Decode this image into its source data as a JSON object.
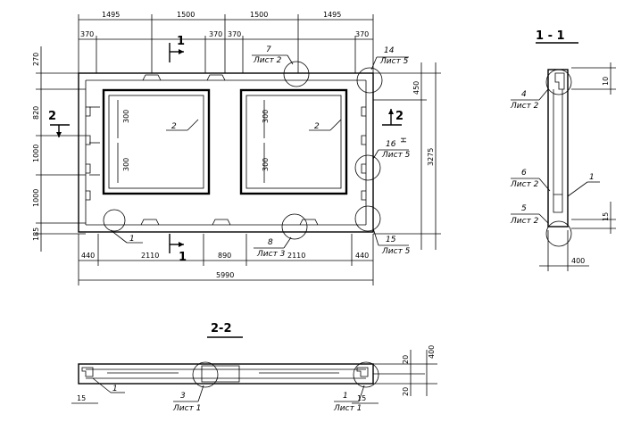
{
  "plan": {
    "top_dims": [
      "1495",
      "1500",
      "1500",
      "1495"
    ],
    "top_sub_dims": [
      "370",
      "370",
      "370",
      "370"
    ],
    "left_dims": [
      "270",
      "820",
      "1000",
      "1000",
      "185"
    ],
    "right_dims": [
      "450"
    ],
    "right_total": "3275",
    "bottom_dims": [
      "440",
      "2110",
      "890",
      "2110",
      "440"
    ],
    "bottom_total": "5990",
    "window_dims": [
      "300",
      "300",
      "300",
      "300"
    ],
    "cut_marks": [
      "1",
      "1",
      "2",
      "2"
    ],
    "right_letter": "H",
    "leaders": [
      "2",
      "2",
      "1",
      "8"
    ],
    "callouts": [
      {
        "num": "7",
        "sheet": "Лист 2"
      },
      {
        "num": "14",
        "sheet": "Лист 5"
      },
      {
        "num": "16",
        "sheet": "Лист 5"
      },
      {
        "num": "8",
        "sheet": "Лист 3"
      },
      {
        "num": "15",
        "sheet": "Лист 5"
      }
    ]
  },
  "section_1": {
    "title": "1 - 1",
    "callouts": [
      {
        "num": "4",
        "sheet": "Лист 2"
      },
      {
        "num": "6",
        "sheet": "Лист 2"
      },
      {
        "num": "5",
        "sheet": "Лист 2"
      }
    ],
    "dims": [
      "10",
      "15",
      "400"
    ],
    "leader": "1"
  },
  "section_2": {
    "title": "2-2",
    "callouts": [
      {
        "num": "3",
        "sheet": "Лист 1"
      },
      {
        "num": "1",
        "sheet": "Лист 1"
      }
    ],
    "dims": [
      "15",
      "15",
      "20",
      "20",
      "400"
    ],
    "leader": "1"
  }
}
